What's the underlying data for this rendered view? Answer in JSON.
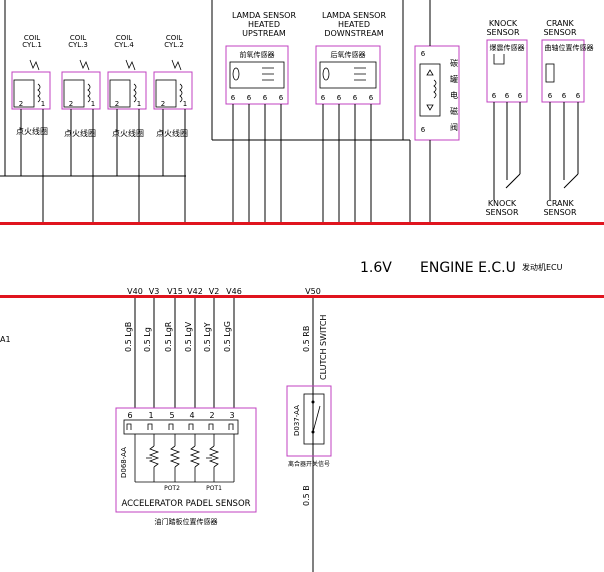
{
  "coils": [
    {
      "name_l1": "COIL",
      "name_l2": "CYL.1",
      "pin_left": "2",
      "pin_right": "1",
      "cn": "点火线圈"
    },
    {
      "name_l1": "COIL",
      "name_l2": "CYL.3",
      "pin_left": "2",
      "pin_right": "1",
      "cn": "点火线圈"
    },
    {
      "name_l1": "COIL",
      "name_l2": "CYL.4",
      "pin_left": "2",
      "pin_right": "1",
      "cn": "点火线圈"
    },
    {
      "name_l1": "COIL",
      "name_l2": "CYL.2",
      "pin_left": "2",
      "pin_right": "1",
      "cn": "点火线圈"
    }
  ],
  "lambda_up": {
    "l1": "LAMDA SENSOR",
    "l2": "HEATED",
    "l3": "UPSTREAM",
    "cn": "前氧传感器",
    "pins": [
      "6",
      "6",
      "6",
      "6"
    ]
  },
  "lambda_down": {
    "l1": "LAMDA SENSOR",
    "l2": "HEATED",
    "l3": "DOWNSTREAM",
    "cn": "后氧传感器",
    "pins": [
      "6",
      "6",
      "6",
      "6"
    ]
  },
  "canister": {
    "cn": "碳罐电磁阀",
    "pins": [
      "6",
      "6"
    ]
  },
  "knock": {
    "l1": "KNOCK",
    "l2": "SENSOR",
    "cn": "爆震传感器",
    "pins": [
      "6",
      "6",
      "6"
    ],
    "bottom_l1": "KNOCK",
    "bottom_l2": "SENSOR"
  },
  "crank": {
    "l1": "CRANK",
    "l2": "SENSOR",
    "cn": "曲轴位置传感器",
    "pins": [
      "6",
      "6",
      "6"
    ],
    "bottom_l1": "CRANK",
    "bottom_l2": "SENSOR"
  },
  "ecu": {
    "variant": "1.6V",
    "name": "ENGINE E.C.U",
    "cn": "发动机ECU"
  },
  "ecu_pins": [
    "V40",
    "V3",
    "V15",
    "V42",
    "V2",
    "V46",
    "V50"
  ],
  "wires": [
    "0.5 LgB",
    "0.5 Lg",
    "0.5 LgR",
    "0.5 LgV",
    "0.5 LgY",
    "0.5 LgG",
    "0.5 RB"
  ],
  "clutch_label": "CLUTCH SWITCH",
  "left_stub": "A1",
  "aps": {
    "pins": [
      "6",
      "1",
      "5",
      "4",
      "2",
      "3"
    ],
    "code": "D068-AA",
    "pot_left": "POT2",
    "pot_right": "POT1",
    "name": "ACCELERATOR PADEL SENSOR",
    "cn": "油门踏板位置传感器"
  },
  "clutch": {
    "code": "D037-AA",
    "cn": "离合器开关信号"
  },
  "ground_wire": "0.5 B",
  "colors": {
    "bus": "#e0141e",
    "frame": "#c040c0",
    "wire": "#000000"
  }
}
